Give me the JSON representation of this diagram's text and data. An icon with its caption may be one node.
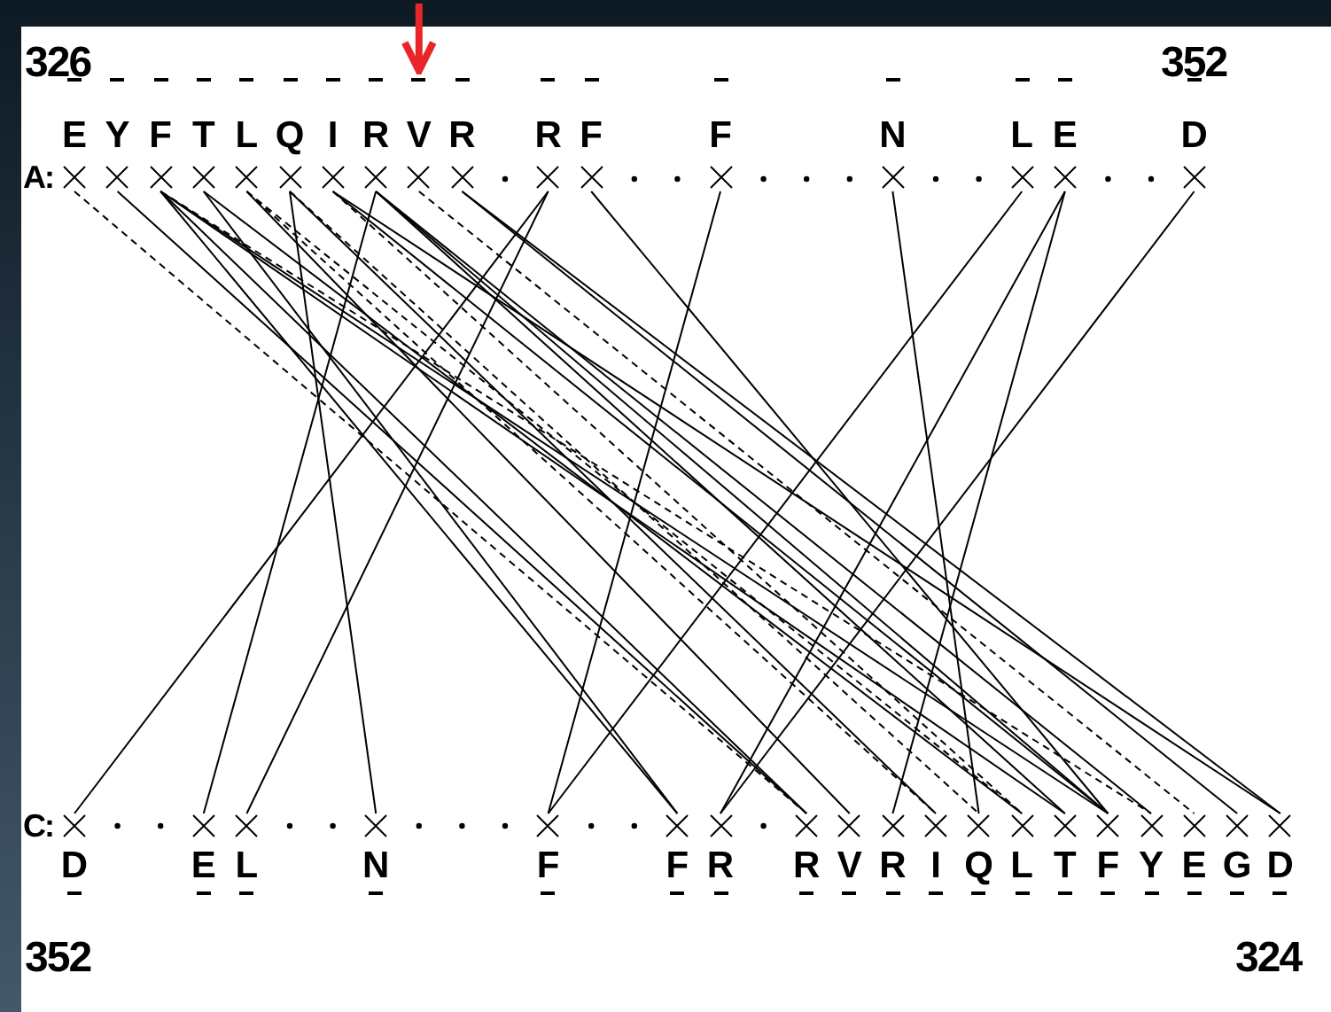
{
  "diagram": {
    "nodes": [
      {
        "text": [
          "E"
        ]
      },
      {
        "text": [
          "Y"
        ]
      },
      {
        "text": [
          "F"
        ]
      },
      {
        "text": [
          "T"
        ]
      },
      {
        "text": [
          "L"
        ]
      },
      {
        "text": [
          "Q"
        ]
      },
      {
        "text": [
          "I"
        ]
      },
      {
        "text": [
          "R"
        ]
      },
      {
        "text": [
          "V"
        ]
      },
      {
        "text": [
          "R"
        ]
      },
      {
        "text": [
          "R"
        ]
      },
      {
        "text": [
          "F"
        ]
      },
      {
        "text": [
          "F"
        ]
      },
      {
        "text": [
          "N"
        ]
      },
      {
        "text": [
          "L"
        ]
      },
      {
        "text": [
          "E"
        ]
      },
      {
        "text": [
          "D"
        ]
      },
      {
        "text": [
          "D"
        ]
      },
      {
        "text": [
          "E"
        ]
      },
      {
        "text": [
          "L"
        ]
      },
      {
        "text": [
          "N"
        ]
      },
      {
        "text": [
          "F"
        ]
      },
      {
        "text": [
          "F"
        ]
      },
      {
        "text": [
          "R"
        ]
      },
      {
        "text": [
          "R"
        ]
      },
      {
        "text": [
          "V"
        ]
      },
      {
        "text": [
          "R"
        ]
      },
      {
        "text": [
          "I"
        ]
      },
      {
        "text": [
          "Q"
        ]
      },
      {
        "text": [
          "L"
        ]
      },
      {
        "text": [
          "T"
        ]
      },
      {
        "text": [
          "F"
        ]
      },
      {
        "text": [
          "Y"
        ]
      },
      {
        "text": [
          "E"
        ]
      },
      {
        "text": [
          "G"
        ]
      },
      {
        "text": [
          "D"
        ]
      }
    ],
    "edges": [
      {
        "from": 0,
        "to": 24,
        "arrow": "none",
        "style": "dashed"
      },
      {
        "from": 1,
        "to": 24,
        "arrow": "none"
      },
      {
        "from": 2,
        "to": 24,
        "arrow": "none"
      },
      {
        "from": 2,
        "to": 22,
        "arrow": "none"
      },
      {
        "from": 3,
        "to": 22,
        "arrow": "none"
      },
      {
        "from": 2,
        "to": 31,
        "arrow": "none"
      },
      {
        "from": 2,
        "to": 30,
        "arrow": "none"
      },
      {
        "from": 2,
        "to": 32,
        "arrow": "none",
        "style": "dashed"
      },
      {
        "from": 3,
        "to": 29,
        "arrow": "none"
      },
      {
        "from": 4,
        "to": 27,
        "arrow": "none",
        "style": "dashed"
      },
      {
        "from": 4,
        "to": 29,
        "arrow": "none",
        "style": "dashed"
      },
      {
        "from": 5,
        "to": 20,
        "arrow": "none"
      },
      {
        "from": 5,
        "to": 28,
        "arrow": "none",
        "style": "dashed"
      },
      {
        "from": 6,
        "to": 31,
        "arrow": "none"
      },
      {
        "from": 6,
        "to": 29,
        "arrow": "none",
        "style": "dashed"
      },
      {
        "from": 7,
        "to": 18,
        "arrow": "none"
      },
      {
        "from": 7,
        "to": 31,
        "arrow": "none"
      },
      {
        "from": 7,
        "to": 32,
        "arrow": "none"
      },
      {
        "from": 7,
        "to": 30,
        "arrow": "none"
      },
      {
        "from": 8,
        "to": 33,
        "arrow": "none",
        "style": "dashed"
      },
      {
        "from": 4,
        "to": 25,
        "arrow": "none"
      },
      {
        "from": 9,
        "to": 34,
        "arrow": "none"
      },
      {
        "from": 9,
        "to": 35,
        "arrow": "none"
      },
      {
        "from": 10,
        "to": 17,
        "arrow": "none"
      },
      {
        "from": 10,
        "to": 19,
        "arrow": "none"
      },
      {
        "from": 11,
        "to": 31,
        "arrow": "none"
      },
      {
        "from": 12,
        "to": 21,
        "arrow": "none"
      },
      {
        "from": 13,
        "to": 28,
        "arrow": "none"
      },
      {
        "from": 14,
        "to": 21,
        "arrow": "none"
      },
      {
        "from": 15,
        "to": 23,
        "arrow": "none"
      },
      {
        "from": 15,
        "to": 26,
        "arrow": "none"
      },
      {
        "from": 16,
        "to": 23,
        "arrow": "none"
      },
      {
        "from": 6,
        "to": 35,
        "arrow": "none"
      },
      {
        "from": 5,
        "to": 27,
        "arrow": "none"
      },
      {
        "from": null,
        "to": 8,
        "arrow": "to",
        "style": "thick",
        "color": "#e8262a"
      }
    ],
    "labels": [
      "326",
      "352",
      "A:",
      "C:",
      "352",
      "324"
    ]
  }
}
